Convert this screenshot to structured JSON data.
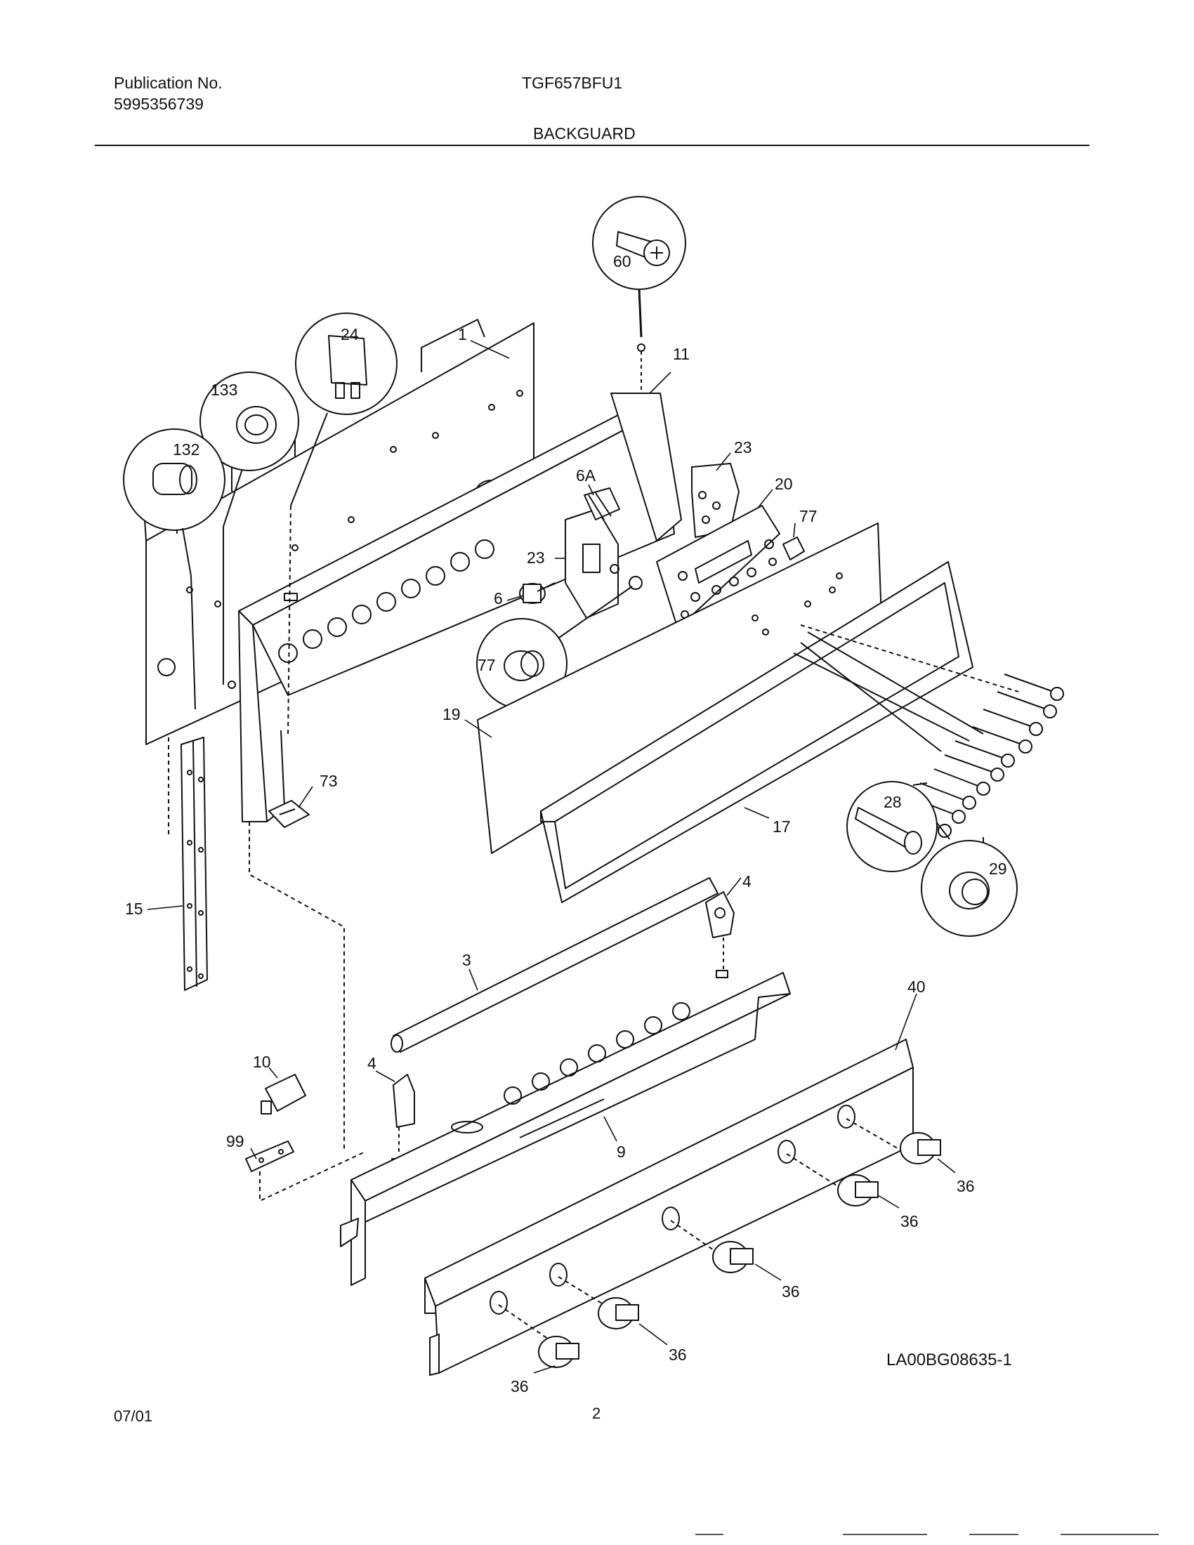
{
  "header": {
    "publication_label": "Publication No.",
    "publication_number": "5995356739",
    "model": "TGF657BFU1",
    "section": "BACKGUARD"
  },
  "callouts": [
    {
      "id": "c60",
      "label": "60"
    },
    {
      "id": "c1",
      "label": "1"
    },
    {
      "id": "c11",
      "label": "11"
    },
    {
      "id": "c24",
      "label": "24"
    },
    {
      "id": "c133",
      "label": "133"
    },
    {
      "id": "c132",
      "label": "132"
    },
    {
      "id": "c23a",
      "label": "23"
    },
    {
      "id": "c20",
      "label": "20"
    },
    {
      "id": "c6A",
      "label": "6A"
    },
    {
      "id": "c77a",
      "label": "77"
    },
    {
      "id": "c23b",
      "label": "23"
    },
    {
      "id": "c6",
      "label": "6"
    },
    {
      "id": "c77b",
      "label": "77"
    },
    {
      "id": "c19",
      "label": "19"
    },
    {
      "id": "c73",
      "label": "73"
    },
    {
      "id": "c28",
      "label": "28"
    },
    {
      "id": "c17",
      "label": "17"
    },
    {
      "id": "c29",
      "label": "29"
    },
    {
      "id": "c15",
      "label": "15"
    },
    {
      "id": "c4a",
      "label": "4"
    },
    {
      "id": "c3",
      "label": "3"
    },
    {
      "id": "c40",
      "label": "40"
    },
    {
      "id": "c10",
      "label": "10"
    },
    {
      "id": "c4b",
      "label": "4"
    },
    {
      "id": "c99",
      "label": "99"
    },
    {
      "id": "c9",
      "label": "9"
    },
    {
      "id": "c36a",
      "label": "36"
    },
    {
      "id": "c36b",
      "label": "36"
    },
    {
      "id": "c36c",
      "label": "36"
    },
    {
      "id": "c36d",
      "label": "36"
    },
    {
      "id": "c36e",
      "label": "36"
    }
  ],
  "footer": {
    "drawing_id": "LA00BG08635-1",
    "date": "07/01",
    "page": "2"
  }
}
